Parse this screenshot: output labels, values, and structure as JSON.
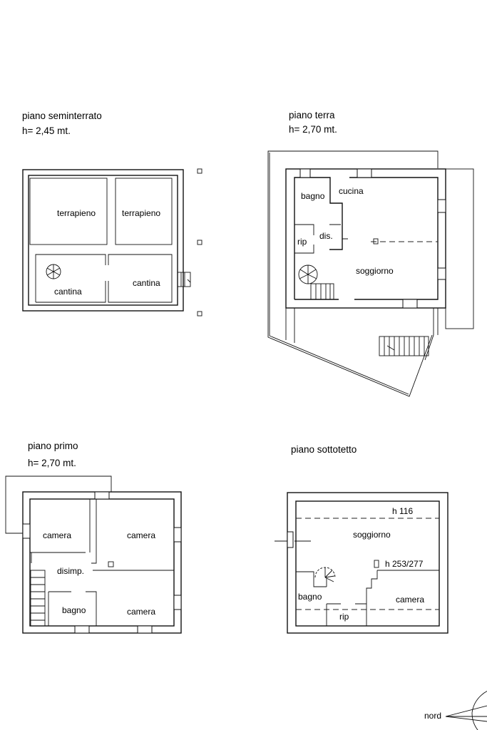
{
  "plans": {
    "seminterrato": {
      "title": "piano seminterrato",
      "height": "h= 2,45 mt.",
      "rooms": [
        "terrapieno",
        "terrapieno",
        "cantina",
        "cantina"
      ]
    },
    "terra": {
      "title": "piano terra",
      "height": "h= 2,70 mt.",
      "rooms": [
        "bagno",
        "cucina",
        "rip",
        "dis.",
        "soggiorno"
      ]
    },
    "primo": {
      "title": "piano primo",
      "height": "h= 2,70 mt.",
      "rooms": [
        "camera",
        "camera",
        "disimp.",
        "bagno",
        "camera"
      ]
    },
    "sottotetto": {
      "title": "piano sottotetto",
      "rooms": [
        "soggiorno",
        "bagno",
        "rip",
        "camera"
      ],
      "heights": [
        "h 116",
        "h 253/277"
      ]
    }
  },
  "north_label": "nord"
}
